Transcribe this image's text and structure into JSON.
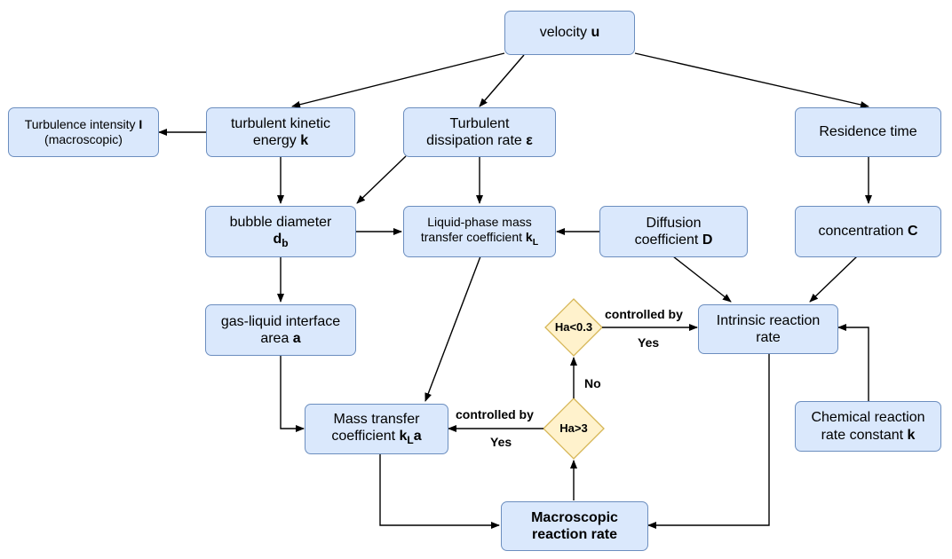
{
  "nodes": {
    "velocity": {
      "pre": "velocity ",
      "var": "u"
    },
    "turbulence_intensity": {
      "line1_pre": "Turbulence intensity ",
      "line1_var": "I",
      "line2": "(macroscopic)"
    },
    "turbulent_kinetic_energy": {
      "line1": "turbulent kinetic",
      "line2_pre": "energy ",
      "line2_var": "k"
    },
    "turbulent_dissipation_rate": {
      "line1": "Turbulent",
      "line2_pre": "dissipation rate ",
      "line2_var": "ε"
    },
    "residence_time": {
      "text": "Residence time"
    },
    "bubble_diameter": {
      "line1": "bubble diameter",
      "var": "d",
      "sub": "b"
    },
    "liquid_phase_mtc": {
      "line1": "Liquid-phase mass",
      "line2_pre": "transfer coefficient ",
      "var": "k",
      "sub": "L"
    },
    "diffusion_coefficient": {
      "line1": "Diffusion",
      "line2_pre": "coefficient ",
      "var": "D"
    },
    "concentration": {
      "pre": "concentration ",
      "var": "C"
    },
    "interface_area": {
      "line1": "gas-liquid interface",
      "line2_pre": "area ",
      "var": "a"
    },
    "intrinsic_rate": {
      "line1": "Intrinsic reaction",
      "line2": "rate"
    },
    "mass_transfer_coefficient": {
      "line1": "Mass transfer",
      "line2_pre": "coefficient ",
      "var": "k",
      "sub": "L",
      "var2": "a"
    },
    "chemical_rate_constant": {
      "line1": "Chemical reaction",
      "line2_pre": "rate constant ",
      "var": "k"
    },
    "macroscopic_rate": {
      "line1": "Macroscopic",
      "line2": "reaction rate"
    }
  },
  "decisions": {
    "ha_low": "Ha<0.3",
    "ha_high": "Ha>3"
  },
  "edge_labels": {
    "controlled_by_top": "controlled by",
    "yes_top": "Yes",
    "controlled_by_bottom": "controlled by",
    "yes_bottom": "Yes",
    "no": "No"
  },
  "colors": {
    "node_fill": "#dae8fc",
    "node_stroke": "#6c8ebf",
    "decision_fill": "#fff2cc",
    "decision_stroke": "#d6b656",
    "edge": "#000000"
  }
}
